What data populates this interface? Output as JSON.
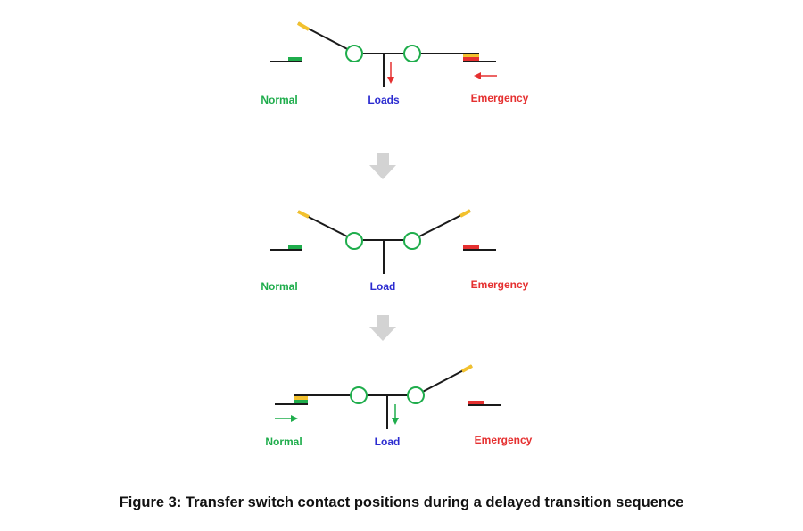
{
  "colors": {
    "line": "#1a1a1a",
    "normal": "#1fad4c",
    "loads": "#2b2bd0",
    "emergency": "#e53030",
    "yellow": "#f2c12e",
    "circle": "#1fad4c",
    "step_arrow": "#d3d3d3"
  },
  "stages": [
    {
      "normal_label": "Normal",
      "load_label": "Loads",
      "emergency_label": "Emergency"
    },
    {
      "normal_label": "Normal",
      "load_label": "Load",
      "emergency_label": "Emergency"
    },
    {
      "normal_label": "Normal",
      "load_label": "Load",
      "emergency_label": "Emergency"
    }
  ],
  "caption": "Figure 3: Transfer switch contact positions during a delayed transition sequence"
}
